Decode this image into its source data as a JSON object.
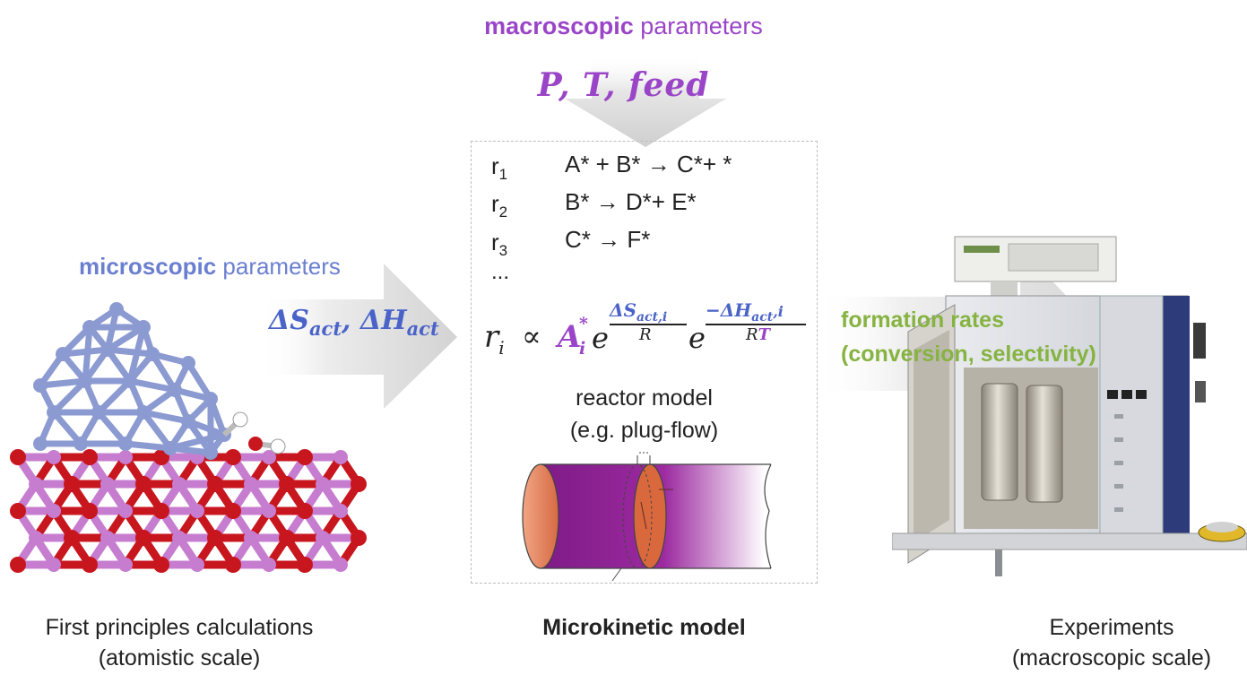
{
  "header": {
    "macro_bold": "macroscopic",
    "macro_rest": " parameters",
    "macro_vars": "P, T, feed"
  },
  "left": {
    "micro_bold": "microscopic",
    "micro_rest": " parameters",
    "params_S": "ΔS",
    "params_S_sub": "act",
    "params_sep": ", ",
    "params_H": "ΔH",
    "params_H_sub": "act",
    "caption_line1": "First principles calculations",
    "caption_line2": "(atomistic scale)"
  },
  "model": {
    "reactions": [
      {
        "label": "r",
        "sub": "1",
        "equation": "A* + B* → C*+ *"
      },
      {
        "label": "r",
        "sub": "2",
        "equation": "B* → D*+ E*"
      },
      {
        "label": "r",
        "sub": "3",
        "equation": "C* → F*"
      }
    ],
    "ellipsis": "...",
    "rate_lhs": "r",
    "rate_lhs_sub": "i",
    "rate_propto": "∝",
    "rate_A": "A",
    "rate_A_sup": "*",
    "rate_A_sub": "i",
    "rate_e": "e",
    "exp1_num": "ΔS",
    "exp1_num_sub": "act,i",
    "exp1_den": "R",
    "exp2_num": "−ΔH",
    "exp2_num_sub": "act",
    "exp2_num_tail": ",i",
    "exp2_den_R": "R",
    "exp2_den_T": "T",
    "reactor_line1": "reactor model",
    "reactor_line2": "(e.g. plug-flow)",
    "caption": "Microkinetic model"
  },
  "right": {
    "rates_line1": "formation rates",
    "rates_line2": "(conversion, selectivity)",
    "caption_line1": "Experiments",
    "caption_line2": "(macroscopic scale)"
  },
  "colors": {
    "macro": "#9a45c8",
    "micro": "#6b7fd0",
    "rates": "#86b341",
    "cluster": "#8c9ad2",
    "oxygen": "#c8161e",
    "support": "#c77dcf",
    "tube": "#8e1f8e"
  }
}
